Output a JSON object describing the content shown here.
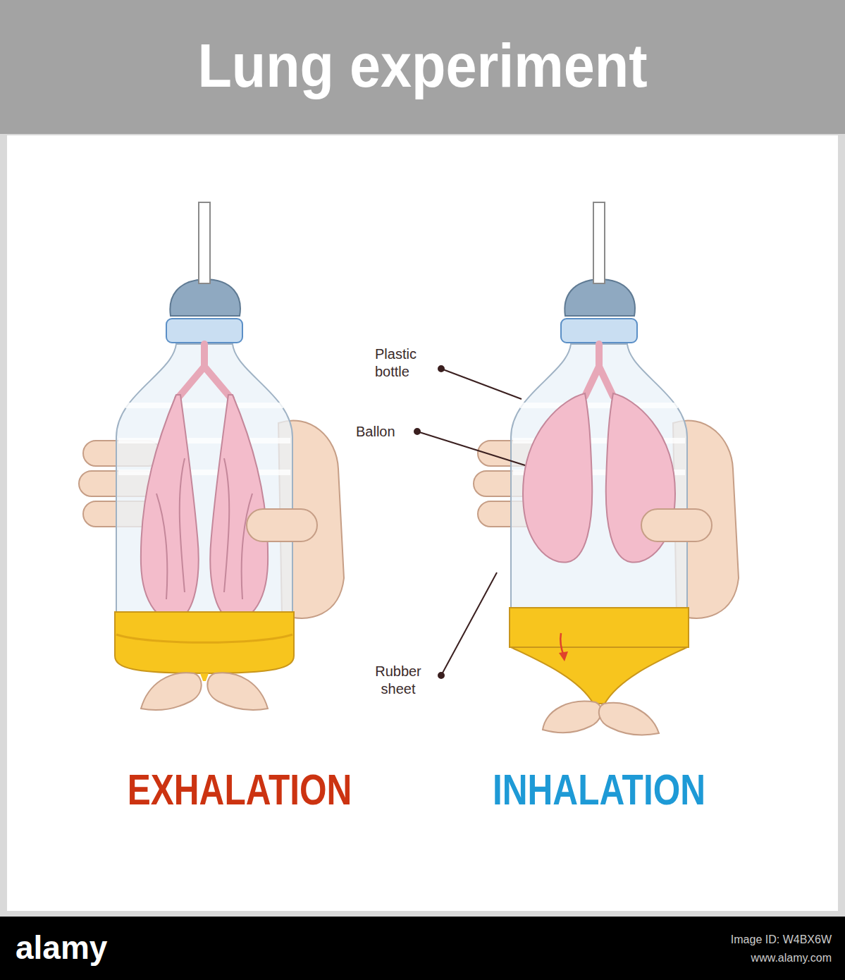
{
  "diagram": {
    "title": "Lung experiment",
    "labels": [
      "Plastic bottle",
      "Ballon",
      "Rubber sheet",
      "EXHALATION",
      "INHALATION",
      "alamy",
      "Image ID: W4BX6W",
      "www.alamy.com"
    ]
  }
}
